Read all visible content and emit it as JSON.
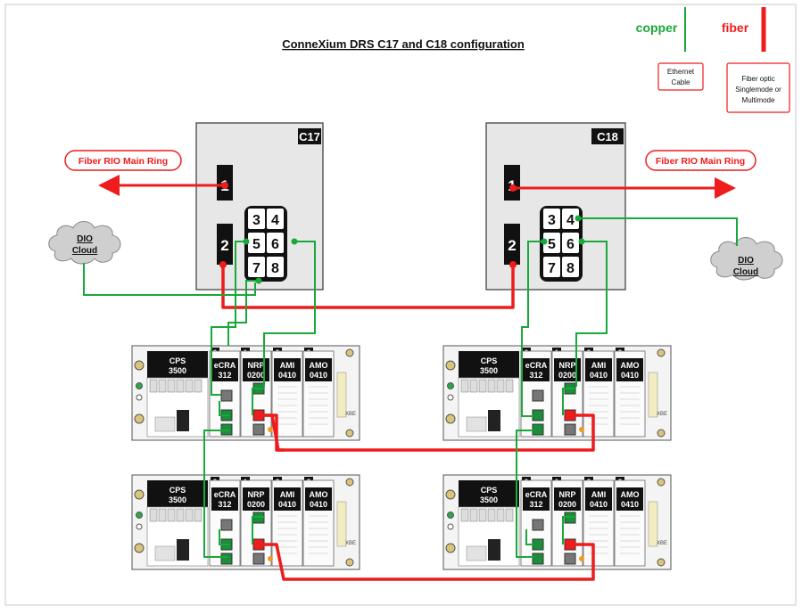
{
  "title": "ConneXium DRS C17 and C18 configuration",
  "legend": {
    "copper": {
      "label": "copper",
      "desc_line1": "Ethernet",
      "desc_line2": "Cable",
      "color": "#19a83a"
    },
    "fiber": {
      "label": "fiber",
      "desc_line1": "Fiber optic",
      "desc_line2": "Singlemode or",
      "desc_line3": "Multimode",
      "color": "#ee1c1c"
    }
  },
  "switches": [
    {
      "name": "C17",
      "ports": [
        "1",
        "2",
        "3",
        "4",
        "5",
        "6",
        "7",
        "8"
      ]
    },
    {
      "name": "C18",
      "ports": [
        "1",
        "2",
        "3",
        "4",
        "5",
        "6",
        "7",
        "8"
      ]
    }
  ],
  "ring_labels": [
    "Fiber RIO Main Ring",
    "Fiber RIO Main Ring"
  ],
  "clouds": [
    {
      "line1": "DIO",
      "line2": "Cloud"
    },
    {
      "line1": "DIO",
      "line2": "Cloud"
    }
  ],
  "rack": {
    "slots": [
      "0",
      "1",
      "2",
      "3"
    ],
    "modules": [
      {
        "line1": "CPS",
        "line2": "3500"
      },
      {
        "line1": "eCRA",
        "line2": "312"
      },
      {
        "line1": "NRP",
        "line2": "0200"
      },
      {
        "line1": "AMI",
        "line2": "0410"
      },
      {
        "line1": "AMO",
        "line2": "0410"
      }
    ],
    "rack_label": "XBE"
  }
}
